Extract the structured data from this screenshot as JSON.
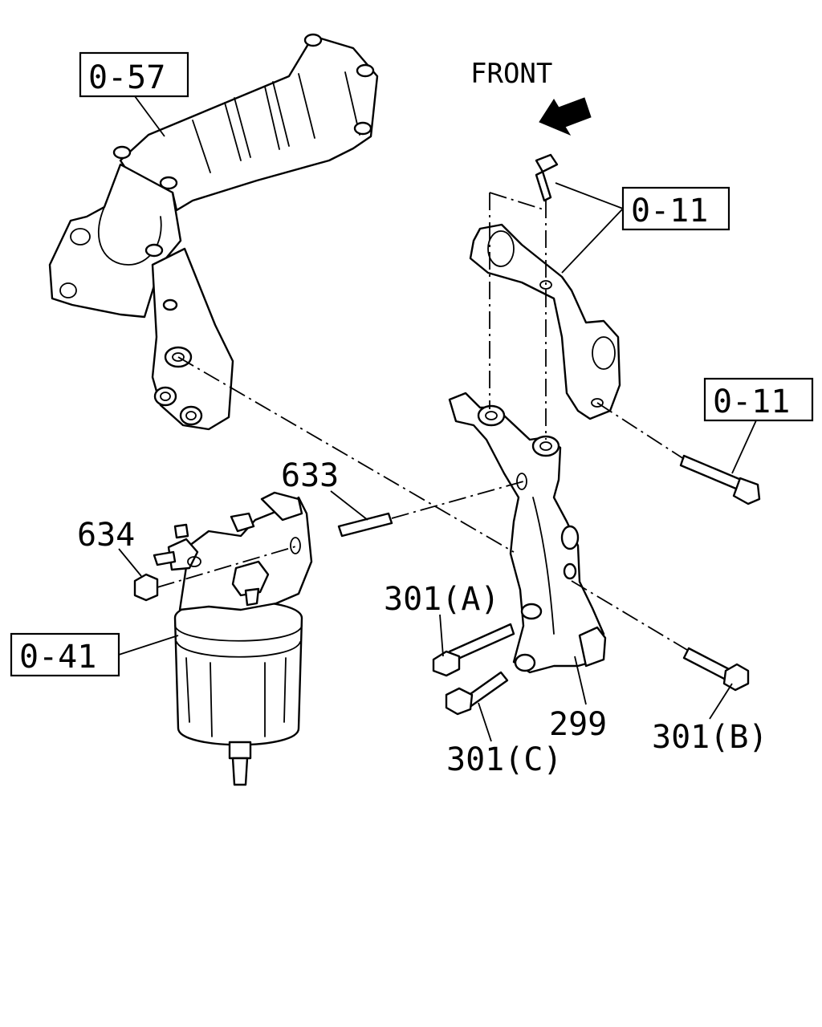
{
  "diagram": {
    "direction_label": "FRONT",
    "callouts": {
      "ref_057": "0-57",
      "ref_011_top": "0-11",
      "ref_011_right": "0-11",
      "ref_041": "0-41",
      "part_633": "633",
      "part_634": "634",
      "part_301a": "301(A)",
      "part_301b": "301(B)",
      "part_301c": "301(C)",
      "part_299": "299"
    }
  }
}
